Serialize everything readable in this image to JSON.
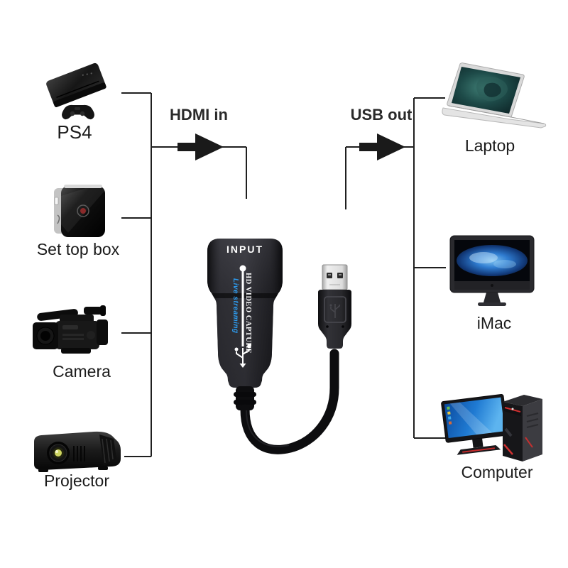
{
  "labels": {
    "hdmi_in": "HDMI in",
    "usb_out": "USB out"
  },
  "device": {
    "port_label": "INPUT",
    "name": "HD VIDEO CAPTURE",
    "tagline": "Live streaming"
  },
  "sources": [
    {
      "label": "PS4"
    },
    {
      "label": "Set top box"
    },
    {
      "label": "Camera"
    },
    {
      "label": "Projector"
    }
  ],
  "destinations": [
    {
      "label": "Laptop"
    },
    {
      "label": "iMac"
    },
    {
      "label": "Computer"
    }
  ],
  "icons": {
    "hdmi_arrow": "right-arrow",
    "usb_arrow": "right-arrow",
    "usb_trident": "usb-symbol"
  },
  "colors": {
    "background": "#ffffff",
    "line": "#1f1f1f",
    "arrow": "#1a1a1a",
    "tagline_blue": "#2d9cf0",
    "device_body": "#1b1b1f"
  }
}
